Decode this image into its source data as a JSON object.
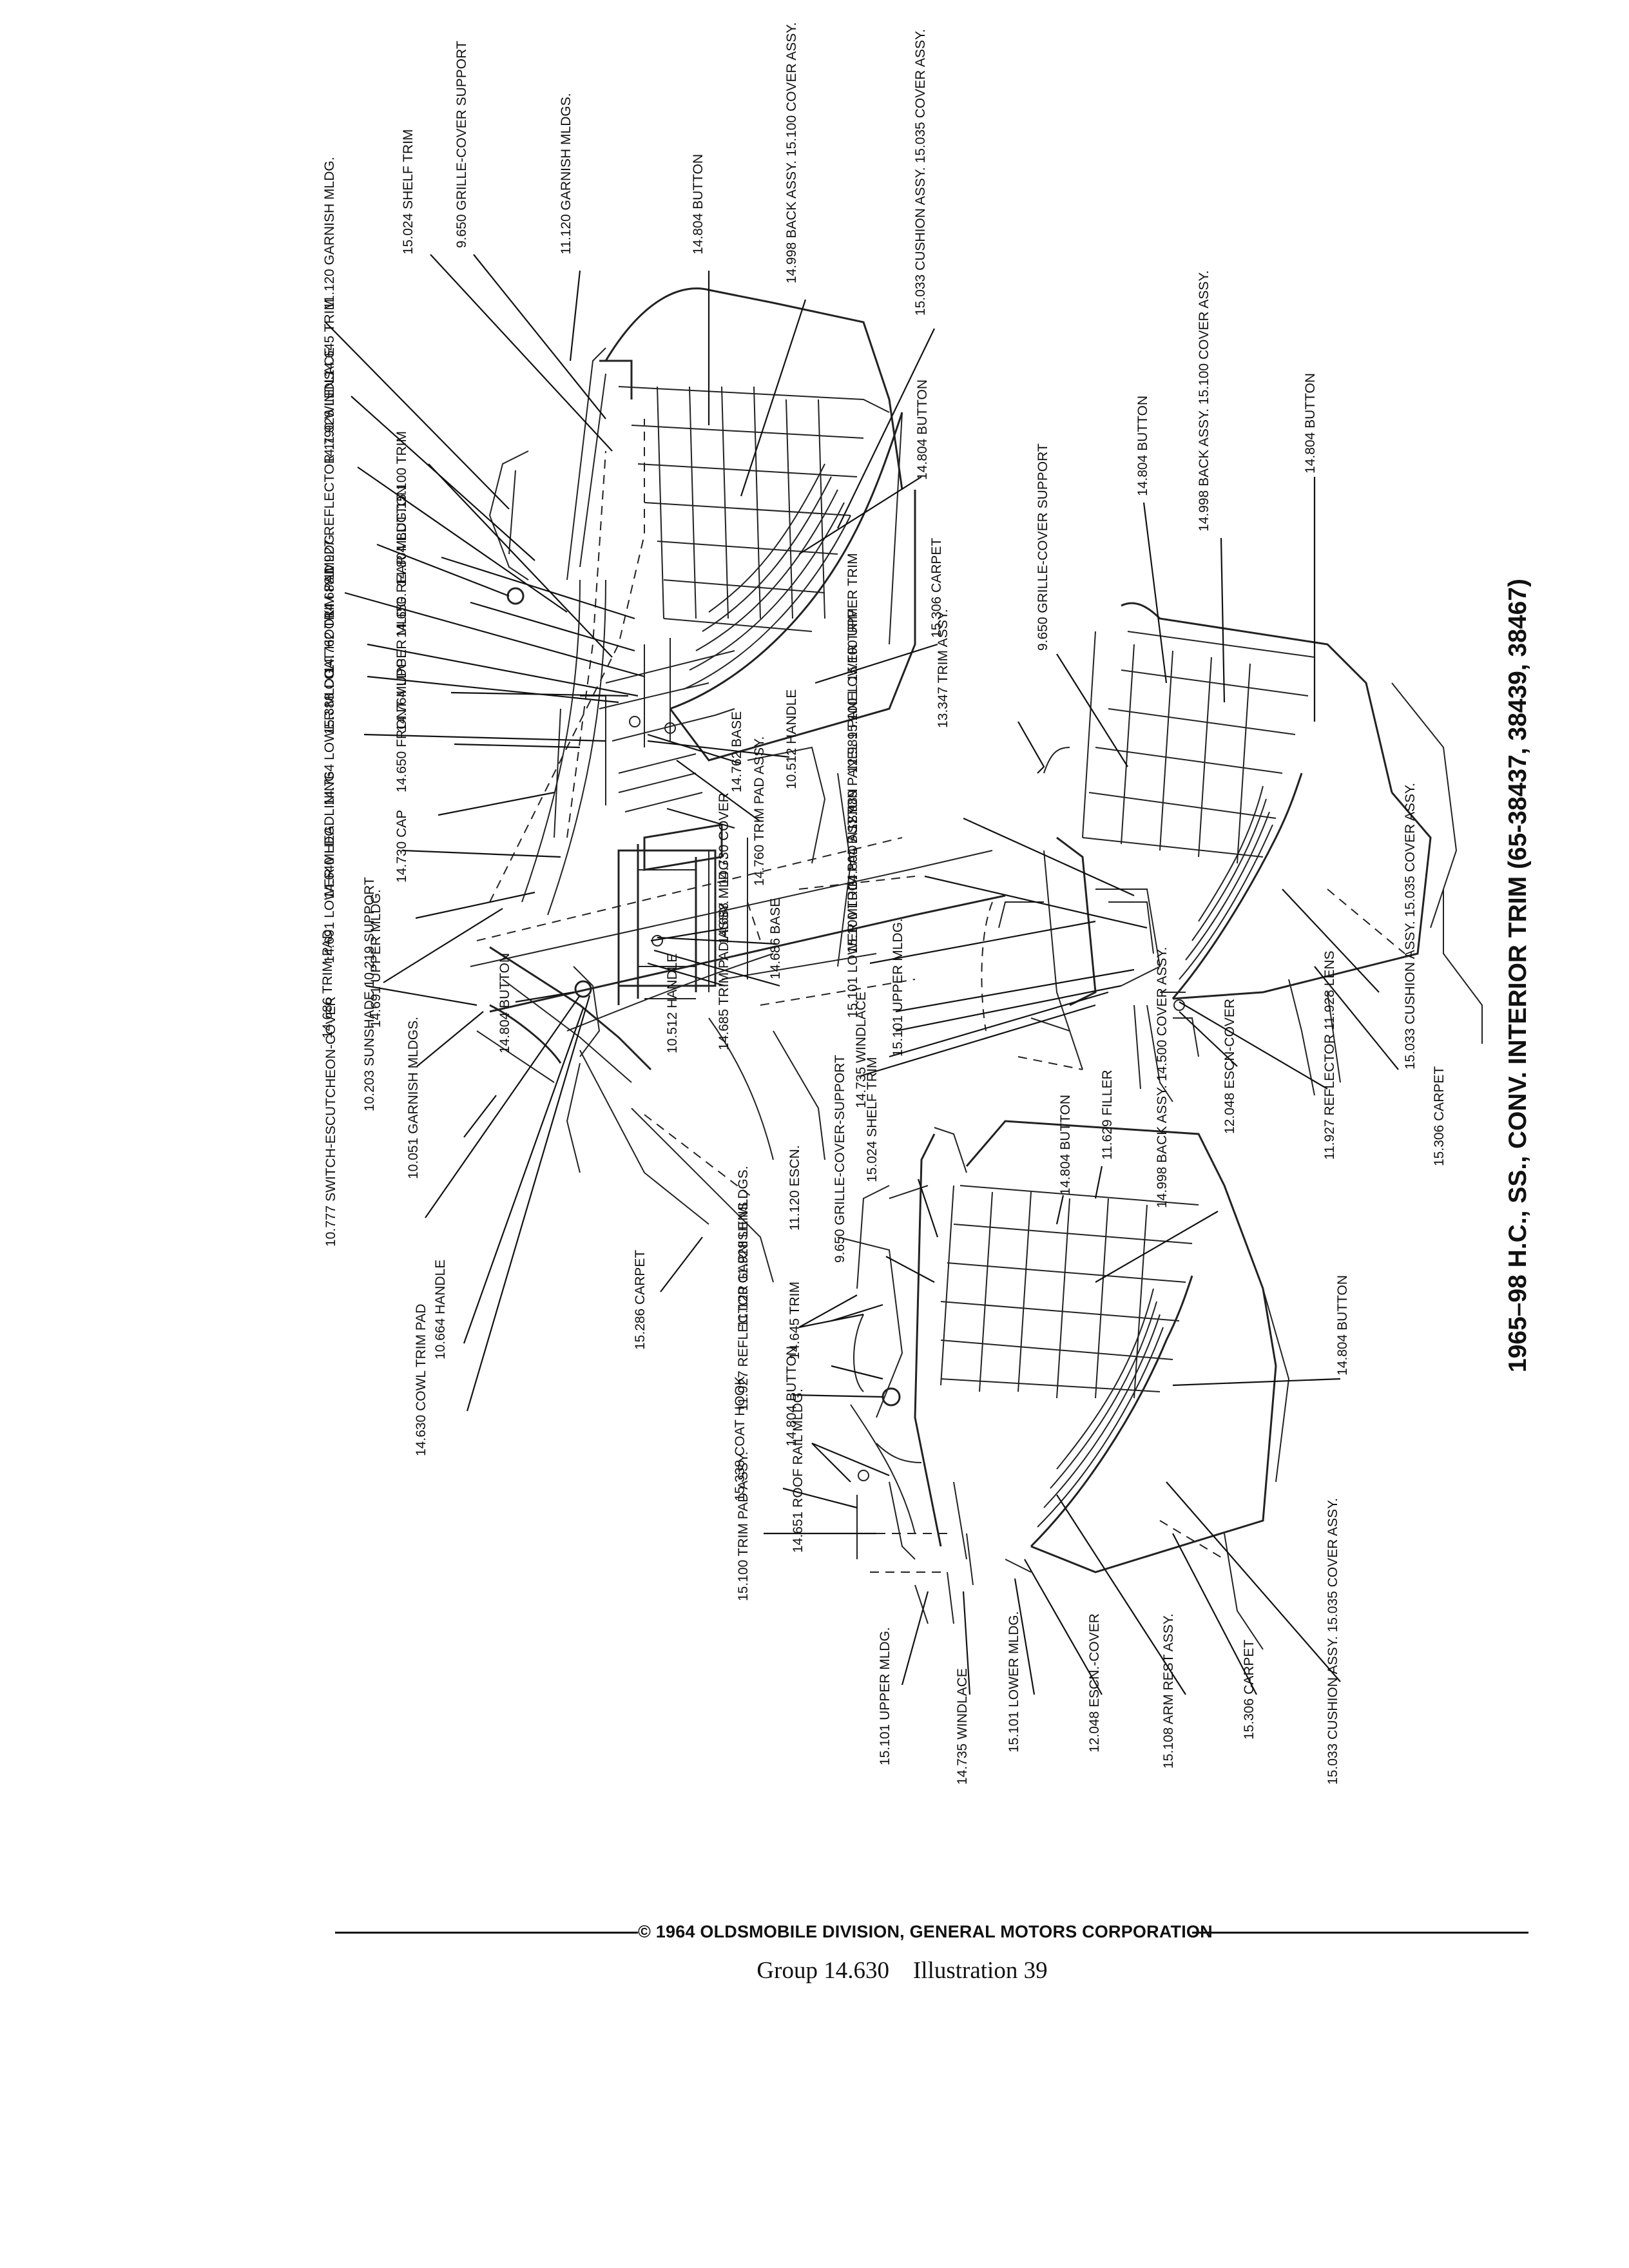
{
  "document": {
    "title": "1965–98 H.C., SS., CONV. INTERIOR TRIM (65-38437, 38439, 38467)",
    "copyright": "© 1964 OLDSMOBILE DIVISION, GENERAL MOTORS CORPORATION",
    "caption": "Group 14.630    Illustration 39"
  },
  "callouts": [
    "14.686 TRIM-PAD",
    "10.203 SUNSHADE 10.219 SUPPORT",
    "10.051 GARNISH MLDGS.",
    "10.777 SWITCH-ESCUTCHEON-COVER",
    "14.804 BUTTON",
    "14.691 UPPER MLDG.",
    "14.691 LOWER MLDG.",
    "14.640 HEADLINING",
    "14.730 CAP",
    "14.764 LOWER MLDG.",
    "14.650 FRONT MLDG.",
    "15.388 COAT HOOK",
    "14.764 UPPER MLDG.",
    "14.762 TRIM PAD",
    "14.688 MLDG.",
    "14.650 REAR MLDG.",
    "14.804 BUTTON",
    "11.927 REFLECTOR 11.928 LENS",
    "14.790 WINDLACE",
    "15.100 TRIM",
    "14.645 TRIM",
    "11.120 GARNISH MLDG.",
    "15.024 SHELF TRIM",
    "9.650 GRILLE-COVER SUPPORT",
    "11.120 GARNISH MLDGS.",
    "14.804 BUTTON",
    "14.998 BACK ASSY. 15.100 COVER ASSY.",
    "15.033 CUSHION ASSY. 15.035 COVER ASSY.",
    "14.804 BUTTON",
    "15.306 CARPET",
    "10.512 HANDLE",
    "14.762 BASE",
    "14.760 TRIM PAD ASSY.",
    "14.730 COVER",
    "14.688 MLDG.",
    "14.686 BASE",
    "14.685 TRIM PAD ASSY.",
    "10.512 HANDLE",
    "14.735 WINDLACE",
    "15.101 UPPER MLDG.",
    "15.101 LOWER MLDG.",
    "15.100 TRIM PAD ASSY.",
    "14.804 BUTTON",
    "12.989 PANEL 15.100 LOWER TRIM",
    "12.989 PANEL 15.100 UPPER TRIM",
    "13.347 TRIM ASSY.",
    "9.650 GRILLE-COVER SUPPORT",
    "14.804 BUTTON",
    "14.998 BACK ASSY. 15.100 COVER ASSY.",
    "14.804 BUTTON",
    "15.033 CUSHION ASSY. 15.035 COVER ASSY.",
    "15.306 CARPET",
    "11.927 REFLECTOR 11.928 LENS",
    "12.048 ESCN-COVER",
    "14.630 COWL TRIM PAD",
    "10.664 HANDLE",
    "15.286 CARPET",
    "15.024 SHELF TRIM",
    "9.650 GRILLE-COVER-SUPPORT",
    "11.120 ESCN.",
    "11.120 GARNISH MLDGS.",
    "14.645 TRIM",
    "11.927 REFLECTOR 11.928 LENS",
    "14.804 BUTTON",
    "15.338 COAT HOOK",
    "14.651 ROOF RAIL MLDG.",
    "15.100 TRIM PAD ASSY.",
    "14.804 BUTTON",
    "11.629 FILLER",
    "14.998 BACK ASSY. 14.500 COVER ASSY.",
    "14.804 BUTTON",
    "15.101 UPPER MLDG.",
    "14.735 WINDLACE",
    "15.101 LOWER MLDG.",
    "12.048 ESCN.-COVER",
    "15.108 ARM REST ASSY.",
    "15.306 CARPET",
    "15.033 CUSHION ASSY. 15.035 COVER ASSY."
  ]
}
